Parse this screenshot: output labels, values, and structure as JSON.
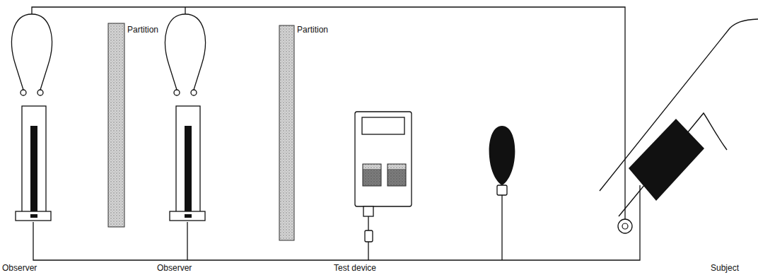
{
  "diagram": {
    "labels": [
      "Partition",
      "Partition",
      "Observer",
      "Observer",
      "Test device",
      "Subject"
    ]
  }
}
